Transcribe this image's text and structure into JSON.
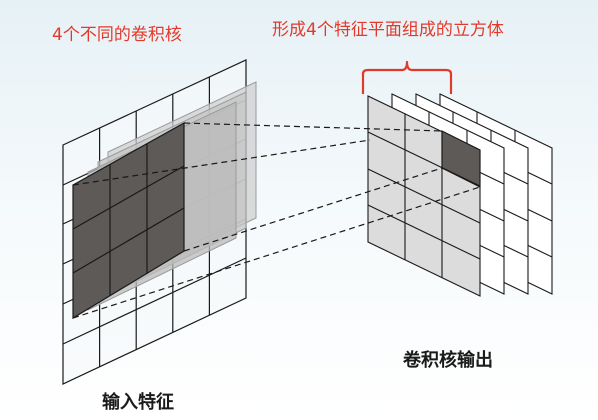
{
  "labels": {
    "kernels_note": "4个不同的卷积核",
    "cube_note": "形成4个特征平面组成的立方体",
    "input_feature": "输入特征",
    "kernel_output": "卷积核输出"
  },
  "colors": {
    "annotation": "#e23a2a",
    "kernel_fill": "#5e5a57",
    "output_cell_highlight": "#5e5a57",
    "grid_line": "#1a1a1a"
  },
  "diagram": {
    "input_grid": {
      "rows": 6,
      "cols": 5
    },
    "kernel_count": 4,
    "kernel_grid": {
      "rows": 3,
      "cols": 3
    },
    "output_planes": 4,
    "output_grid": {
      "rows": 4,
      "cols": 3
    }
  }
}
